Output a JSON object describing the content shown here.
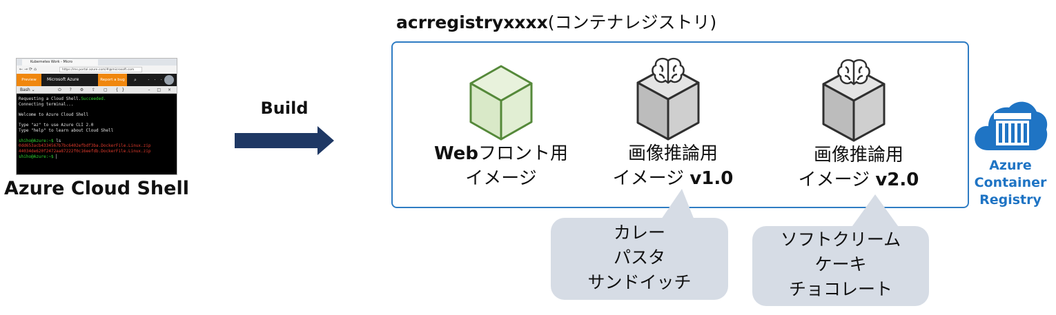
{
  "shell": {
    "tab_title": "Kubernetes Work - Micro",
    "url": "https://ms.portal.azure.com/#@microsoft.com",
    "preview_label": "Preview",
    "brand": "Microsoft Azure",
    "report_bug": "Report a bug",
    "shell_type": "Bash",
    "terminal_lines": [
      {
        "text": "Requesting a Cloud Shell.",
        "highlight": "Succeeded.",
        "highlight_color": "#31d631"
      },
      {
        "text": "Connecting terminal..."
      },
      {
        "text": ""
      },
      {
        "text": "Welcome to Azure Cloud Shell"
      },
      {
        "text": ""
      },
      {
        "text": "Type \"az\" to use Azure CLI 2.0"
      },
      {
        "text": "Type \"help\" to learn about Cloud Shell"
      },
      {
        "text": ""
      },
      {
        "prompt": "shiho@Azure:~$",
        "text": " ls"
      },
      {
        "file": "0dd653acb4334567b7bc6402efbdf3ba.DockerFile.Linux.zip"
      },
      {
        "file": "44034de620f2472aa87222f0c16eefdb.DockerFile.Linux.zip"
      },
      {
        "prompt": "shiho@Azure:~$",
        "text": " ▏"
      }
    ],
    "caption": "Azure Cloud Shell",
    "icons": [
      "back-icon",
      "forward-icon",
      "refresh-icon",
      "home-icon",
      "search-icon",
      "more-icon",
      "avatar",
      "power-icon",
      "help-icon",
      "settings-icon",
      "upload-icon",
      "open-editor-icon",
      "braces-icon"
    ]
  },
  "build": {
    "label": "Build",
    "arrow_color": "#1f3864"
  },
  "registry": {
    "name": "acrregistryxxxx",
    "type_label": "(コンテナレジストリ)",
    "border_color": "#2e7cc3",
    "images": [
      {
        "line1_bold": "Web",
        "line1": "フロント用",
        "line2": "イメージ",
        "line2_bold": "",
        "cube": "green",
        "icon": "cube-icon"
      },
      {
        "line1_bold": "",
        "line1": "画像推論用",
        "line2": "イメージ ",
        "line2_bold": "v1.0",
        "cube": "gray",
        "icon": "brain-icon"
      },
      {
        "line1_bold": "",
        "line1": "画像推論用",
        "line2": "イメージ ",
        "line2_bold": "v2.0",
        "cube": "gray",
        "icon": "brain-icon"
      }
    ]
  },
  "bubbles": [
    {
      "items": [
        "カレー",
        "パスタ",
        "サンドイッチ"
      ]
    },
    {
      "items": [
        "ソフトクリーム",
        "ケーキ",
        "チョコレート"
      ]
    }
  ],
  "acr": {
    "label_lines": [
      "Azure",
      "Container",
      "Registry"
    ],
    "color": "#1f74c4",
    "icon": "azure-container-registry-icon"
  }
}
